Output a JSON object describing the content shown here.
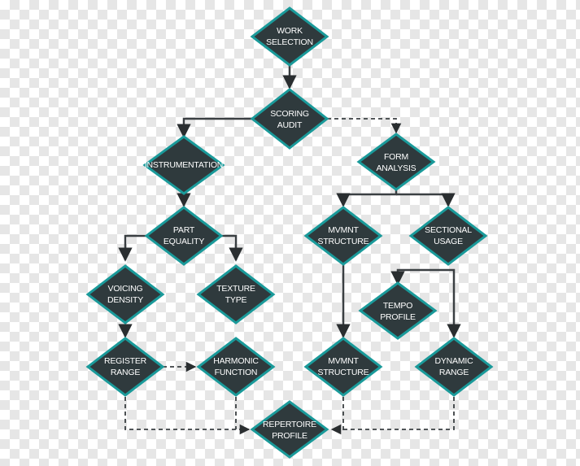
{
  "colors": {
    "node_fill": "#2f3a3d",
    "node_stroke": "#1a9a9a",
    "edge": "#3a3f42",
    "arrow": "#2a2e30"
  },
  "nodes": {
    "work_selection": {
      "line1": "WORK",
      "line2": "SELECTION"
    },
    "scoring_audit": {
      "line1": "SCORING",
      "line2": "AUDIT"
    },
    "instrumentation": {
      "line1": "INSTRUMENTATION",
      "line2": ""
    },
    "form_analysis": {
      "line1": "FORM",
      "line2": "ANALYSIS"
    },
    "part_equality": {
      "line1": "PART",
      "line2": "EQUALITY"
    },
    "mvmnt_structure_1": {
      "line1": "MVMNT",
      "line2": "STRUCTURE"
    },
    "sectional_usage": {
      "line1": "SECTIONAL",
      "line2": "USAGE"
    },
    "voicing_density": {
      "line1": "VOICING",
      "line2": "DENSITY"
    },
    "texture_type": {
      "line1": "TEXTURE",
      "line2": "TYPE"
    },
    "tempo_profile": {
      "line1": "TEMPO",
      "line2": "PROFILE"
    },
    "register_range": {
      "line1": "REGISTER",
      "line2": "RANGE"
    },
    "harmonic_function": {
      "line1": "HARMONIC",
      "line2": "FUNCTION"
    },
    "mvmnt_structure_2": {
      "line1": "MVMNT",
      "line2": "STRUCTURE"
    },
    "dynamic_range": {
      "line1": "DYNAMIC",
      "line2": "RANGE"
    },
    "repertoire_profile": {
      "line1": "REPERTOIRE",
      "line2": "PROFILE"
    }
  }
}
